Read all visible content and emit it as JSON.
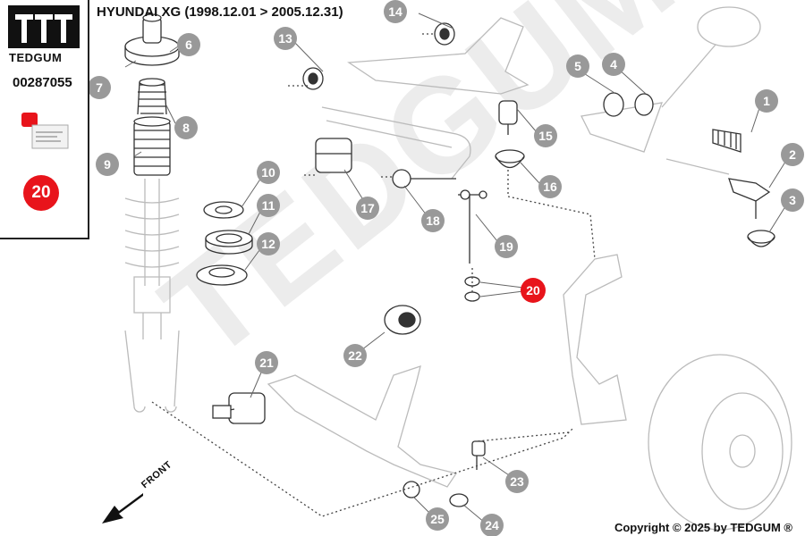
{
  "header": {
    "title": "HYUNDAI XG (1998.12.01 > 2005.12.31)"
  },
  "brand": {
    "name": "TEDGUM",
    "watermark": "TEDGUM",
    "logo": "tedgum-logo-icon",
    "registered": "®"
  },
  "sidebar": {
    "part_number": "00287055",
    "badge": "20"
  },
  "labels": {
    "front": "FRONT"
  },
  "footer": {
    "copyright": "Copyright © 2025 by TEDGUM ®"
  },
  "callouts": [
    {
      "id": "1",
      "highlight": false
    },
    {
      "id": "2",
      "highlight": false
    },
    {
      "id": "3",
      "highlight": false
    },
    {
      "id": "4",
      "highlight": false
    },
    {
      "id": "5",
      "highlight": false
    },
    {
      "id": "6",
      "highlight": false
    },
    {
      "id": "7",
      "highlight": false
    },
    {
      "id": "8",
      "highlight": false
    },
    {
      "id": "9",
      "highlight": false
    },
    {
      "id": "10",
      "highlight": false
    },
    {
      "id": "11",
      "highlight": false
    },
    {
      "id": "12",
      "highlight": false
    },
    {
      "id": "13",
      "highlight": false
    },
    {
      "id": "14",
      "highlight": false
    },
    {
      "id": "15",
      "highlight": false
    },
    {
      "id": "16",
      "highlight": false
    },
    {
      "id": "17",
      "highlight": false
    },
    {
      "id": "18",
      "highlight": false
    },
    {
      "id": "19",
      "highlight": false
    },
    {
      "id": "20",
      "highlight": true
    },
    {
      "id": "21",
      "highlight": false
    },
    {
      "id": "22",
      "highlight": false
    },
    {
      "id": "23",
      "highlight": false
    },
    {
      "id": "24",
      "highlight": false
    },
    {
      "id": "25",
      "highlight": false
    }
  ],
  "colors": {
    "highlight": "#e8141b",
    "callout_fill": "#999999",
    "line": "#333333",
    "watermark": "#ececec"
  }
}
